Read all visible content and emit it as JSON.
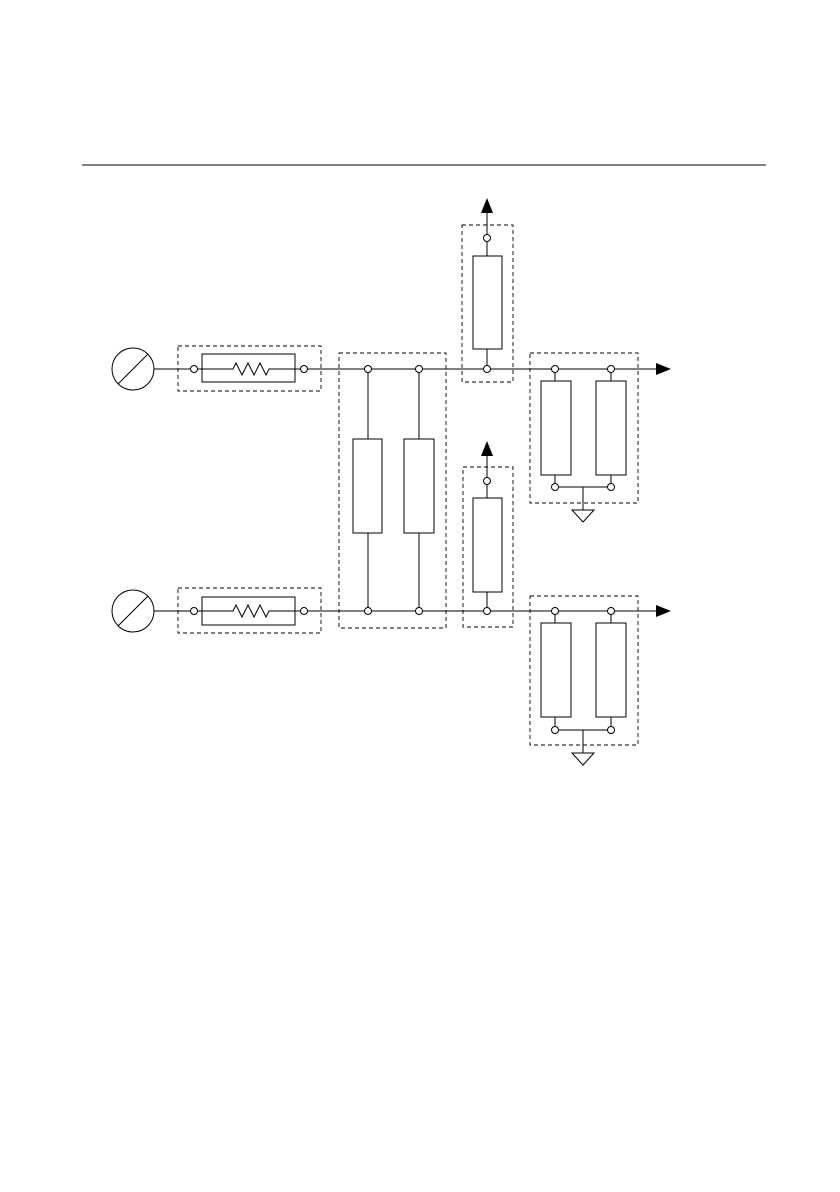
{
  "page": {
    "background": "#ffffff",
    "line_color": "#000000"
  },
  "diagram": {
    "kind": "schematic",
    "text_labels": [],
    "channels": [
      {
        "source": "ac-source-icon",
        "series_resistor": "resistor-zigzag-icon",
        "shunt_block": "double-shunt-block",
        "tap_block": "single-tap-block",
        "load_block": "grounded-double-load-block",
        "output": "arrow-right-icon"
      },
      {
        "source": "ac-source-icon",
        "series_resistor": "resistor-zigzag-icon",
        "shunt_block": "double-shunt-block",
        "tap_block": "single-tap-block",
        "load_block": "grounded-double-load-block",
        "output": "arrow-right-icon"
      }
    ]
  }
}
